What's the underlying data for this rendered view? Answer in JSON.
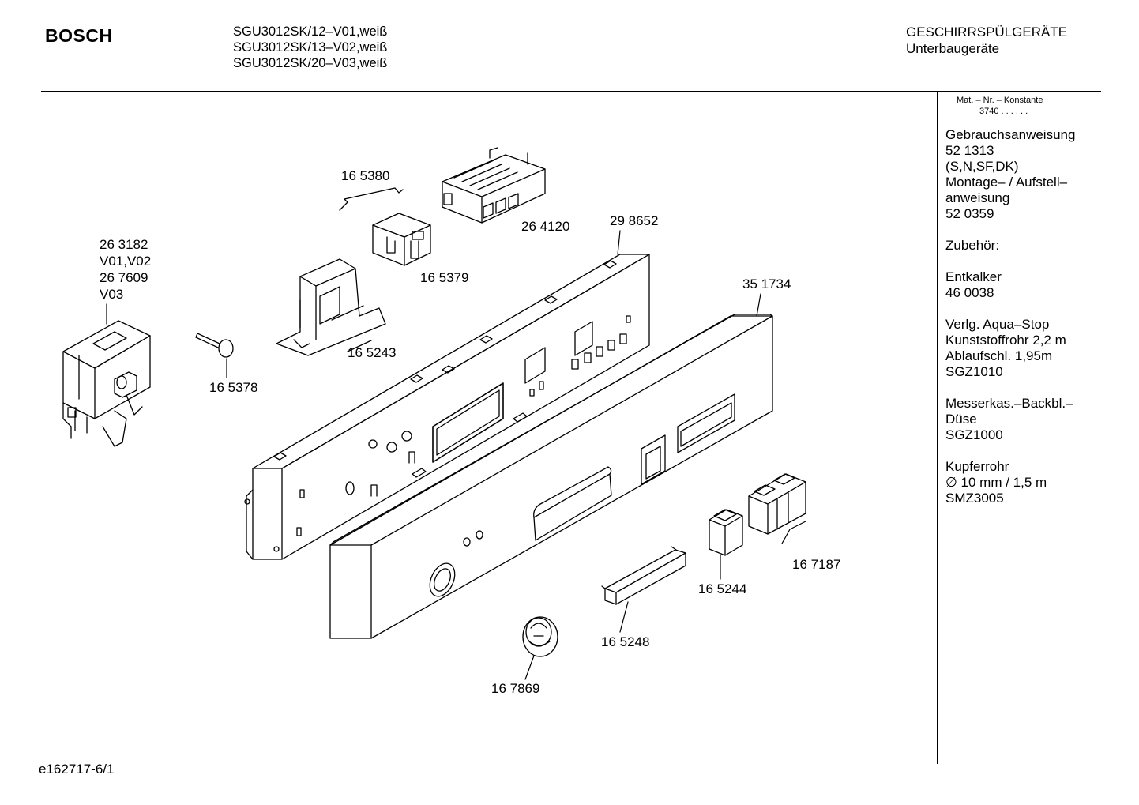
{
  "header": {
    "brand": "BOSCH",
    "models": [
      "SGU3012SK/12–V01,weiß",
      "SGU3012SK/13–V02,weiß",
      "SGU3012SK/20–V03,weiß"
    ],
    "category": "GESCHIRRSPÜLGERÄTE",
    "subcategory": "Unterbaugeräte"
  },
  "material": {
    "label": "Mat. – Nr. – Konstante",
    "constant": "3740  .   .    .   .   .  ."
  },
  "side_notes": [
    [
      "Gebrauchsanweisung",
      "52 1313",
      "(S,N,SF,DK)",
      "Montage– / Aufstell–",
      "anweisung",
      "52 0359"
    ],
    [
      "Zubehör:"
    ],
    [
      "Entkalker",
      "46 0038"
    ],
    [
      "Verlg. Aqua–Stop",
      "Kunststoffrohr 2,2 m",
      "Ablaufschl. 1,95m",
      "SGZ1010"
    ],
    [
      "Messerkas.–Backbl.–",
      "Düse",
      "SGZ1000"
    ],
    [
      "Kupferrohr",
      "∅ 10 mm / 1,5 m",
      "SMZ3005"
    ]
  ],
  "parts": {
    "p265380": "16 5380",
    "p264120": "26 4120",
    "p298652": "29 8652",
    "p263182": [
      "26 3182",
      "V01,V02",
      "26 7609",
      "V03"
    ],
    "p165379": "16 5379",
    "p351734": "35 1734",
    "p165243": "16 5243",
    "p165378": "16 5378",
    "p167187": "16 7187",
    "p165244": "16 5244",
    "p165248": "16 5248",
    "p167869": "16 7869"
  },
  "footer": {
    "code": "e162717-6/1"
  }
}
